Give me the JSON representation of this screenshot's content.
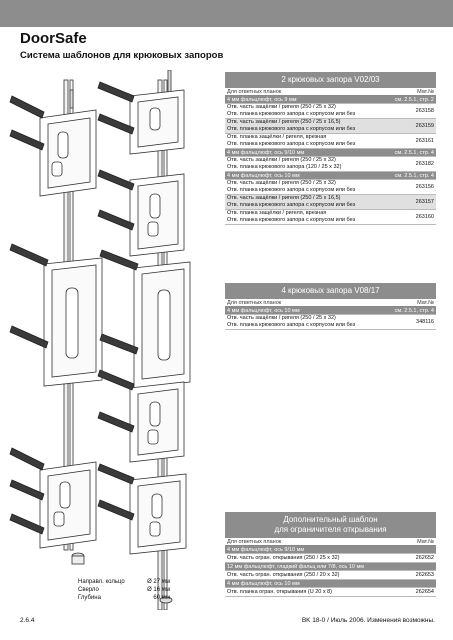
{
  "header": {
    "title": "DoorSafe",
    "subtitle": "Система шаблонов для крюковых запоров"
  },
  "panels": [
    {
      "title_lines": [
        "2 крюковых запора V02/03"
      ],
      "head": {
        "label": "Для ответных планок",
        "num": "Мат.№"
      },
      "sections": [
        {
          "label": "4 мм фальцлюфт, ось 9 мм",
          "ref": "см. 2.5.1, стр. 2",
          "items": [
            {
              "lines": [
                "Отв. часть защёлки / ригеля (250 / 25 x 32)",
                "Отв. планка крюкового запора с корпусом или без"
              ],
              "num": "263158",
              "shade": false
            },
            {
              "lines": [
                "Отв. часть защёлки / ригеля (250 / 25 x 16,5)",
                "Отв. планка крюкового запора с корпусом или без"
              ],
              "num": "263159",
              "shade": true
            },
            {
              "lines": [
                "Отв. планка защёлки / ригеля, врезная",
                "Отв. планка крюкового запора с корпусом или без"
              ],
              "num": "263161",
              "shade": false
            }
          ]
        },
        {
          "label": "4 мм фальцлюфт, ось 9/10 мм",
          "ref": "см. 2.5.1, стр. 4",
          "items": [
            {
              "lines": [
                "Отв. часть защёлки / ригеля (250 / 25 x 32)",
                "Отв. планка крюкового запора (120 / 25 x 32)"
              ],
              "num": "263182",
              "shade": false
            }
          ]
        },
        {
          "label": "4 мм фальцлюфт, ось 10 мм",
          "ref": "см. 2.5.1, стр. 4",
          "items": [
            {
              "lines": [
                "Отв. часть защёлки / ригеля (250 / 25 x 32)",
                "Отв. планка крюкового запора с корпусом или без"
              ],
              "num": "263156",
              "shade": false
            },
            {
              "lines": [
                "Отв. часть защёлки / ригеля (250 / 25 x 16,5)",
                "Отв. планка крюкового запора с корпусом или без"
              ],
              "num": "263157",
              "shade": true
            },
            {
              "lines": [
                "Отв. планка защёлки / ригеля, врезная",
                "Отв. планка крюкового запора с корпусом или без"
              ],
              "num": "263160",
              "shade": false
            }
          ]
        }
      ]
    },
    {
      "title_lines": [
        "4 крюковых запора V08/17"
      ],
      "head": {
        "label": "Для ответных планок",
        "num": "Мат.№"
      },
      "sections": [
        {
          "label": "4 мм фальцлюфт, ось 10 мм",
          "ref": "см. 2.5.1, стр. 4",
          "items": [
            {
              "lines": [
                "Отв. часть защёлки / ригеля (250 / 25 x 32)",
                "Отв. планка крюкового запора с корпусом или без"
              ],
              "num": "348116",
              "shade": false
            }
          ]
        }
      ]
    },
    {
      "title_lines": [
        "Дополнительный шаблон",
        "для ограничителя открывания"
      ],
      "head": {
        "label": "Для ответных планок",
        "num": "Мат.№"
      },
      "sections": [
        {
          "label": "4 мм фальцлюфт, ось 9/10 мм",
          "ref": "",
          "items": [
            {
              "lines": [
                "Отв. часть огран. открывания (250 / 25 x 32)"
              ],
              "num": "262652",
              "shade": false
            }
          ]
        },
        {
          "label": "12 мм фальцлюфт, гладкий фальц или 7/8, ось 10 мм",
          "ref": "",
          "items": [
            {
              "lines": [
                "Отв. часть огран. открывания (250 / 20 x 32)"
              ],
              "num": "262653",
              "shade": false
            }
          ]
        },
        {
          "label": "4 мм фальцлюфт, ось 10 мм",
          "ref": "",
          "items": [
            {
              "lines": [
                "Отв. планка огран. открывания (U 20 x 8)"
              ],
              "num": "262654",
              "shade": false
            }
          ]
        }
      ]
    }
  ],
  "specs": [
    {
      "label": "Направл. кольцо",
      "value": "Ø 27 мм"
    },
    {
      "label": "Сверло",
      "value": "Ø 16 мм"
    },
    {
      "label": "Глубина",
      "value": "60 мм"
    }
  ],
  "footer": {
    "page": "2.6.4",
    "doc": "BK 18-0 / Июль 2006. Изменения возможны."
  },
  "colors": {
    "bar": "#8d8d8d",
    "shade": "#e0e0e0"
  }
}
